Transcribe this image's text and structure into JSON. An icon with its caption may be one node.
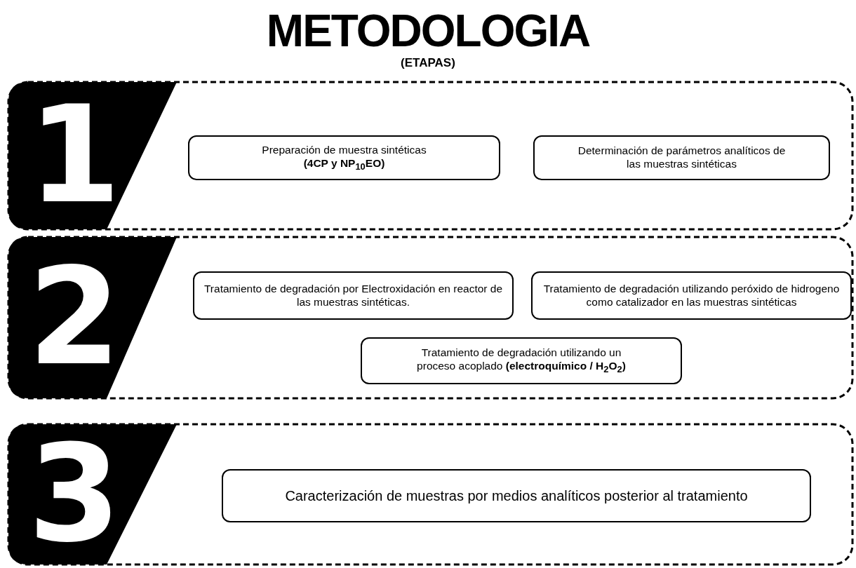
{
  "diagram": {
    "title": "METODOLOGIA",
    "nodes": [
      {
        "text": [
          "1"
        ]
      },
      {
        "text": [
          "Preparación de muestra sintéticas **(4CP y NP$_{10}$EO)**"
        ],
        "in": 0
      },
      {
        "text": [
          "Determinación de parámetros analíticos de las muestras sintéticas"
        ],
        "in": 0
      },
      {
        "text": [
          "2"
        ]
      },
      {
        "text": [
          "Tratamiento de degradación por Electroxidación en reactor de las muestras sintéticas."
        ],
        "in": 3
      },
      {
        "text": [
          "Tratamiento de degradación utilizando peróxido de hidrogeno como catalizador en las muestras sintéticas"
        ],
        "in": 3
      },
      {
        "text": [
          "Tratamiento de degradación utilizando un proceso acoplado **(electroquímico / H$_{2}$O$_{2}$)**"
        ],
        "in": 3
      },
      {
        "text": [
          "3"
        ]
      },
      {
        "text": [
          "Caracterización de muestras por medios analíticos posterior al tratamiento"
        ],
        "in": 7
      }
    ],
    "edges": [],
    "labels": [
      "(ETAPAS)"
    ]
  }
}
